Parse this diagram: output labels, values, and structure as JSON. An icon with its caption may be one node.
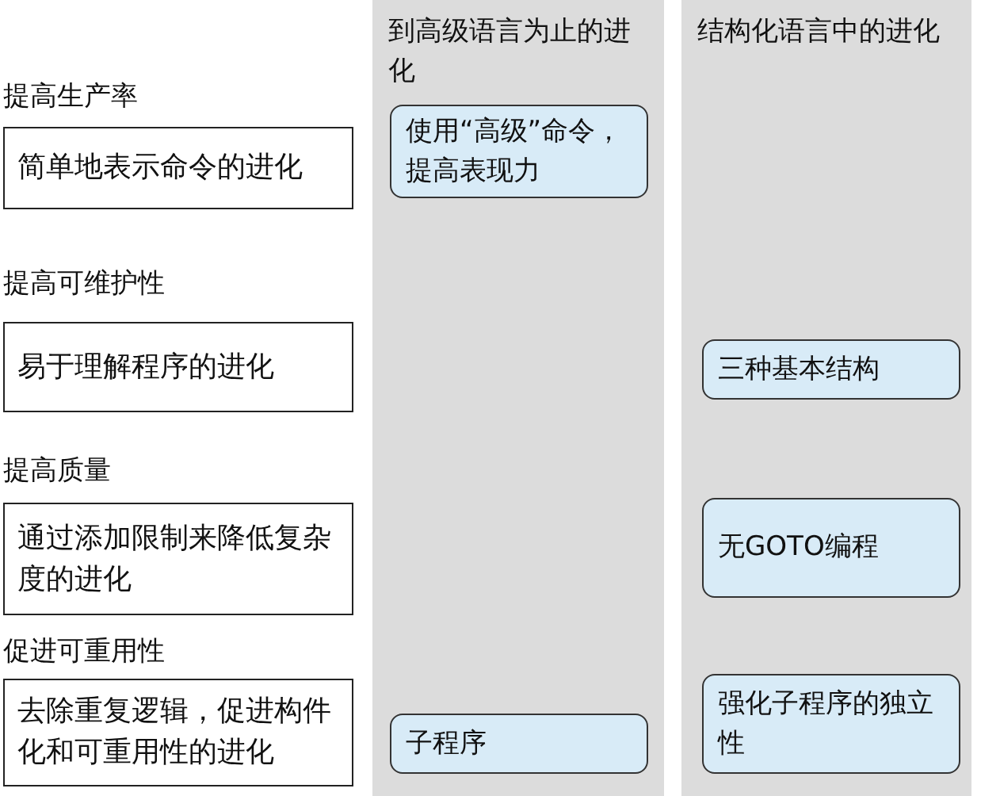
{
  "diagram": {
    "nodes": [
      {
        "text": [
          "到高级语言为止的进化"
        ]
      },
      {
        "text": [
          "结构化语言中的进化"
        ]
      },
      {
        "text": [
          "提高生产率",
          "简单地表示命令的进化"
        ]
      },
      {
        "text": [
          "使用“高级”命令，提高表现力"
        ],
        "in": 0
      },
      {
        "text": [
          "提高可维护性",
          "易于理解程序的进化"
        ]
      },
      {
        "text": [
          "三种基本结构"
        ],
        "in": 1
      },
      {
        "text": [
          "提高质量",
          "通过添加限制来降低复杂度的进化"
        ]
      },
      {
        "text": [
          "无GOTO编程"
        ],
        "in": 1
      },
      {
        "text": [
          "促进可重用性",
          "去除重复逻辑，促进构件化和可重用性的进化"
        ]
      },
      {
        "text": [
          "子程序"
        ],
        "in": 0
      },
      {
        "text": [
          "强化子程序的独立性"
        ],
        "in": 1
      }
    ]
  }
}
